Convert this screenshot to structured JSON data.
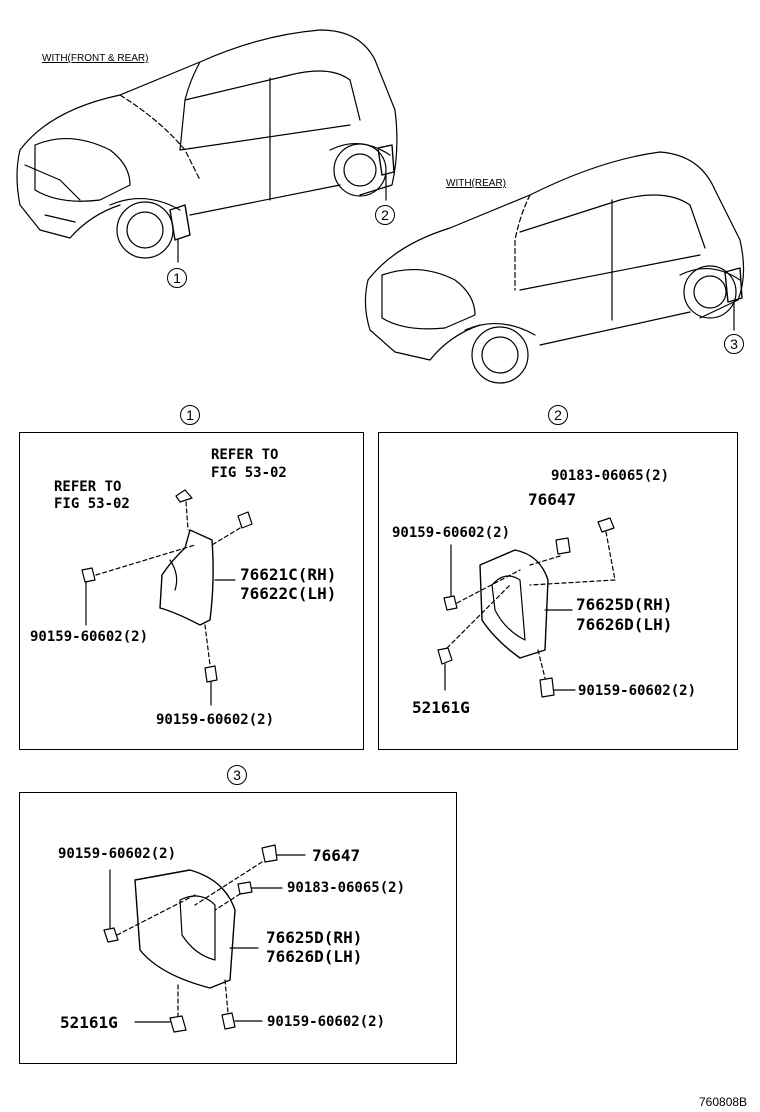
{
  "car_labels": {
    "front_rear": "WITH(FRONT & REAR)",
    "rear": "WITH(REAR)"
  },
  "callouts": {
    "c1": "1",
    "c2": "2",
    "c3": "3"
  },
  "panel1": {
    "title": "1",
    "refer1": "REFER TO",
    "fig1": "FIG 53-02",
    "refer2": "REFER TO",
    "fig2": "FIG 53-02",
    "part_rh": "76621C(RH)",
    "part_lh": "76622C(LH)",
    "screw_left": "90159-60602(2)",
    "screw_bottom": "90159-60602(2)"
  },
  "panel2": {
    "title": "2",
    "clip": "90183-06065(2)",
    "bracket": "76647",
    "screw_left": "90159-60602(2)",
    "part_rh": "76625D(RH)",
    "part_lh": "76626D(LH)",
    "rivet": "52161G",
    "screw_bottom": "90159-60602(2)"
  },
  "panel3": {
    "title": "3",
    "screw_left": "90159-60602(2)",
    "bracket": "76647",
    "clip": "90183-06065(2)",
    "part_rh": "76625D(RH)",
    "part_lh": "76626D(LH)",
    "rivet": "52161G",
    "screw_bottom": "90159-60602(2)"
  },
  "figure_code": "760808B"
}
